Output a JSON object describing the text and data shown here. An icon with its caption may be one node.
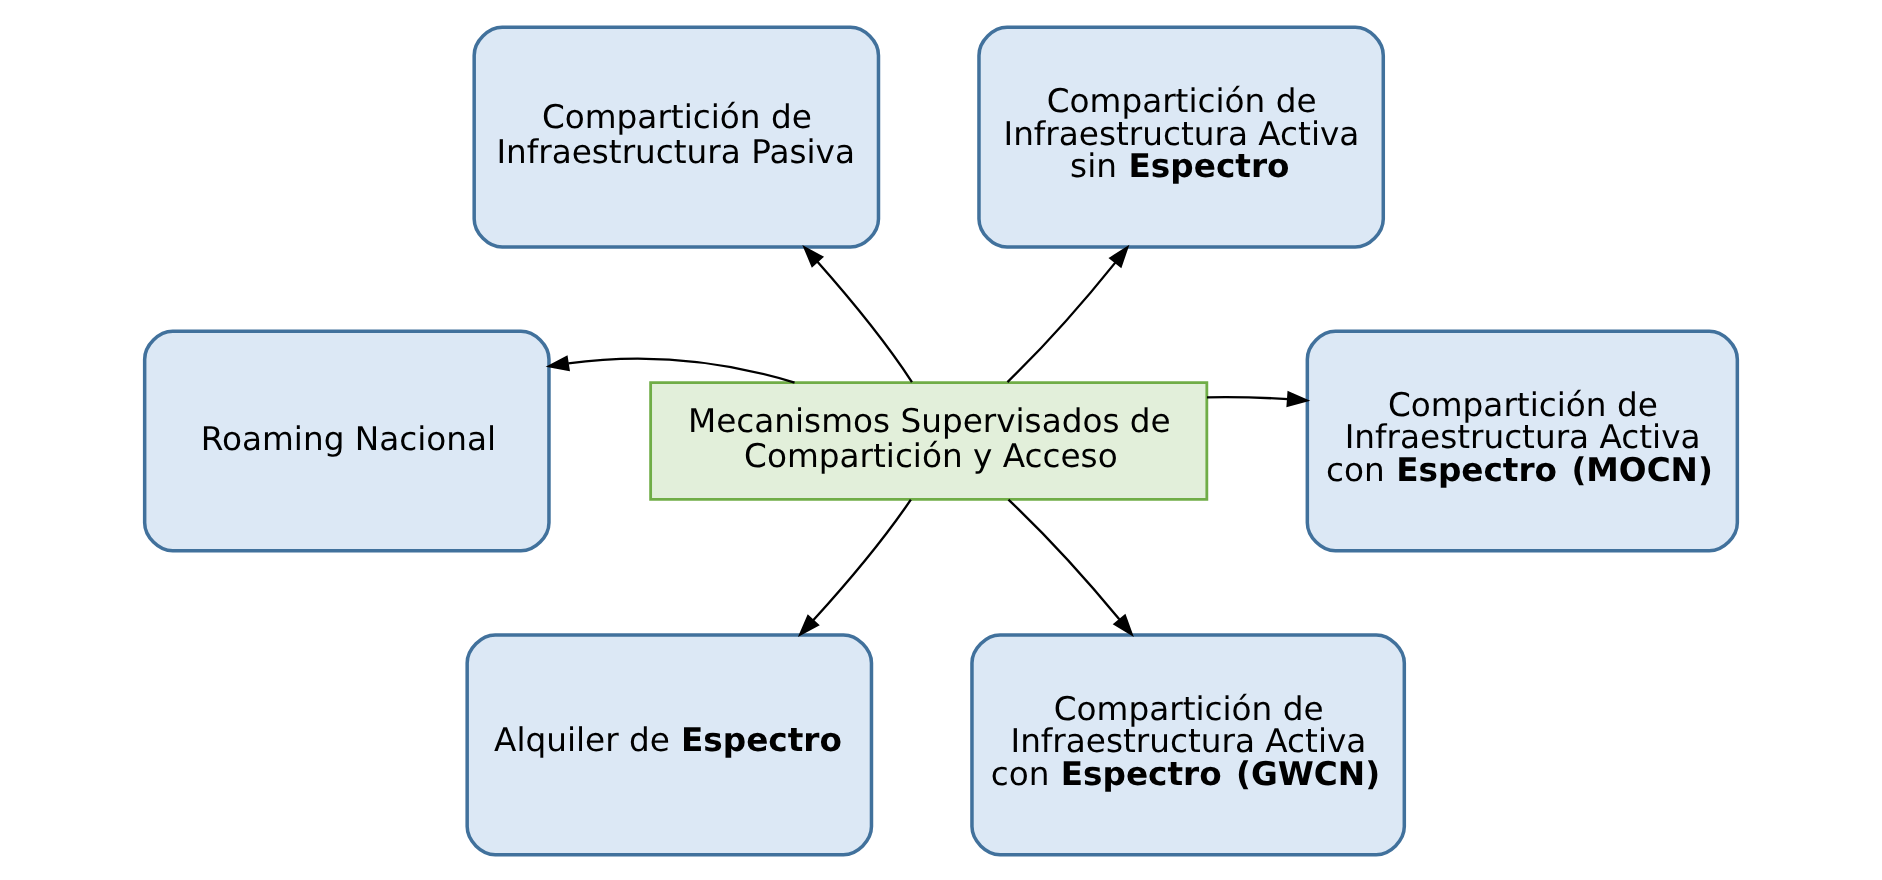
{
  "diagram": {
    "nodes": [
      {
        "text": [
          "Compartición de Infraestructura Pasiva"
        ]
      },
      {
        "text": [
          "Compartición de Infraestructura Activa sin **Espectro**"
        ]
      },
      {
        "text": [
          "Roaming Nacional"
        ]
      },
      {
        "text": [
          "Mecanismos Supervisados de Compartición y Acceso"
        ]
      },
      {
        "text": [
          "Compartición de Infraestructura Activa con **Espectro** **(MOCN)**"
        ]
      },
      {
        "text": [
          "Alquiler de **Espectro**"
        ]
      },
      {
        "text": [
          "Compartición de Infraestructura Activa con **Espectro** **(GWCN)**"
        ]
      }
    ],
    "edges": [
      {
        "from": 3,
        "to": 0,
        "arrow": "to"
      },
      {
        "from": 3,
        "to": 1,
        "arrow": "to"
      },
      {
        "from": 3,
        "to": 2,
        "arrow": "to"
      },
      {
        "from": 3,
        "to": 4,
        "arrow": "to"
      },
      {
        "from": 3,
        "to": 5,
        "arrow": "to"
      },
      {
        "from": 3,
        "to": 6,
        "arrow": "to"
      }
    ]
  }
}
